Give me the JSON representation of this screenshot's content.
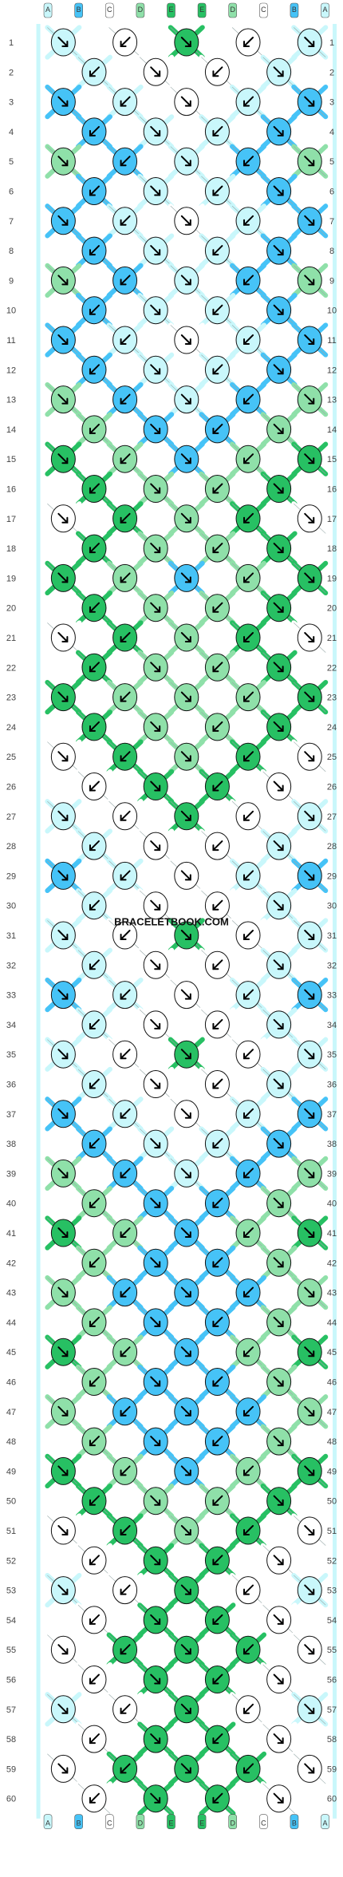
{
  "site": {
    "watermark": "BRACELETBOOK.COM"
  },
  "palette": {
    "A": "#c9f7fb",
    "B": "#46c3f7",
    "C": "#ffffff",
    "D": "#8fe0a9",
    "E": "#27c063"
  },
  "columns": {
    "top_labels": [
      "A",
      "B",
      "C",
      "D",
      "E",
      "E",
      "D",
      "C",
      "B",
      "A"
    ],
    "bottom_labels": [
      "A",
      "B",
      "C",
      "D",
      "E",
      "E",
      "D",
      "C",
      "B",
      "A"
    ]
  },
  "rows": {
    "count": 60
  },
  "knot_colors": [
    [
      "A",
      "C",
      "E",
      "C",
      "A"
    ],
    [
      "A",
      "C",
      "C",
      "A"
    ],
    [
      "B",
      "A",
      "C",
      "A",
      "B"
    ],
    [
      "B",
      "A",
      "A",
      "B"
    ],
    [
      "D",
      "B",
      "A",
      "B",
      "D"
    ],
    [
      "B",
      "A",
      "A",
      "B"
    ],
    [
      "B",
      "A",
      "C",
      "A",
      "B"
    ],
    [
      "B",
      "A",
      "A",
      "B"
    ],
    [
      "D",
      "B",
      "A",
      "B",
      "D"
    ],
    [
      "B",
      "A",
      "A",
      "B"
    ],
    [
      "B",
      "A",
      "C",
      "A",
      "B"
    ],
    [
      "B",
      "A",
      "A",
      "B"
    ],
    [
      "D",
      "B",
      "A",
      "B",
      "D"
    ],
    [
      "D",
      "B",
      "B",
      "D"
    ],
    [
      "E",
      "D",
      "B",
      "D",
      "E"
    ],
    [
      "E",
      "D",
      "D",
      "E"
    ],
    [
      "C",
      "E",
      "D",
      "E",
      "C"
    ],
    [
      "E",
      "D",
      "D",
      "E"
    ],
    [
      "E",
      "D",
      "B",
      "D",
      "E"
    ],
    [
      "E",
      "D",
      "D",
      "E"
    ],
    [
      "C",
      "E",
      "D",
      "E",
      "C"
    ],
    [
      "E",
      "D",
      "D",
      "E"
    ],
    [
      "E",
      "D",
      "D",
      "D",
      "E"
    ],
    [
      "E",
      "D",
      "D",
      "E"
    ],
    [
      "C",
      "E",
      "D",
      "E",
      "C"
    ],
    [
      "C",
      "E",
      "E",
      "C"
    ],
    [
      "A",
      "C",
      "E",
      "C",
      "A"
    ],
    [
      "A",
      "C",
      "C",
      "A"
    ],
    [
      "B",
      "A",
      "C",
      "A",
      "B"
    ],
    [
      "A",
      "C",
      "C",
      "A"
    ],
    [
      "A",
      "C",
      "E",
      "C",
      "A"
    ],
    [
      "A",
      "C",
      "C",
      "A"
    ],
    [
      "B",
      "A",
      "C",
      "A",
      "B"
    ],
    [
      "A",
      "C",
      "C",
      "A"
    ],
    [
      "A",
      "C",
      "E",
      "C",
      "A"
    ],
    [
      "A",
      "C",
      "C",
      "A"
    ],
    [
      "B",
      "A",
      "C",
      "A",
      "B"
    ],
    [
      "B",
      "A",
      "A",
      "B"
    ],
    [
      "D",
      "B",
      "A",
      "B",
      "D"
    ],
    [
      "D",
      "B",
      "B",
      "D"
    ],
    [
      "E",
      "D",
      "B",
      "D",
      "E"
    ],
    [
      "D",
      "B",
      "B",
      "D"
    ],
    [
      "D",
      "B",
      "B",
      "B",
      "D"
    ],
    [
      "D",
      "B",
      "B",
      "D"
    ],
    [
      "E",
      "D",
      "B",
      "D",
      "E"
    ],
    [
      "D",
      "B",
      "B",
      "D"
    ],
    [
      "D",
      "B",
      "B",
      "B",
      "D"
    ],
    [
      "D",
      "B",
      "B",
      "D"
    ],
    [
      "E",
      "D",
      "B",
      "D",
      "E"
    ],
    [
      "E",
      "D",
      "D",
      "E"
    ],
    [
      "C",
      "E",
      "D",
      "E",
      "C"
    ],
    [
      "C",
      "E",
      "E",
      "C"
    ],
    [
      "A",
      "C",
      "E",
      "C",
      "A"
    ],
    [
      "C",
      "E",
      "E",
      "C"
    ],
    [
      "C",
      "E",
      "E",
      "E",
      "C"
    ],
    [
      "C",
      "E",
      "E",
      "C"
    ],
    [
      "A",
      "C",
      "E",
      "C",
      "A"
    ],
    [
      "C",
      "E",
      "E",
      "C"
    ],
    [
      "C",
      "E",
      "E",
      "E",
      "C"
    ],
    [
      "C",
      "E",
      "E",
      "C"
    ]
  ]
}
